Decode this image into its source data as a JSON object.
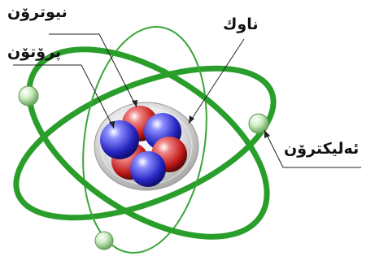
{
  "labels": {
    "neutron": "نیوترۆن",
    "proton": "پرۆتۆن",
    "nucleus": "ناوك",
    "electron": "ئەلیکترۆن"
  },
  "colors": {
    "orbit": "#2a9e2a",
    "orbit_thin": "#55b455",
    "proton": "#2e2ec8",
    "neutron": "#c42020",
    "electron": "#c8e8c0",
    "nucleus_shell": "#d8d8d8"
  }
}
